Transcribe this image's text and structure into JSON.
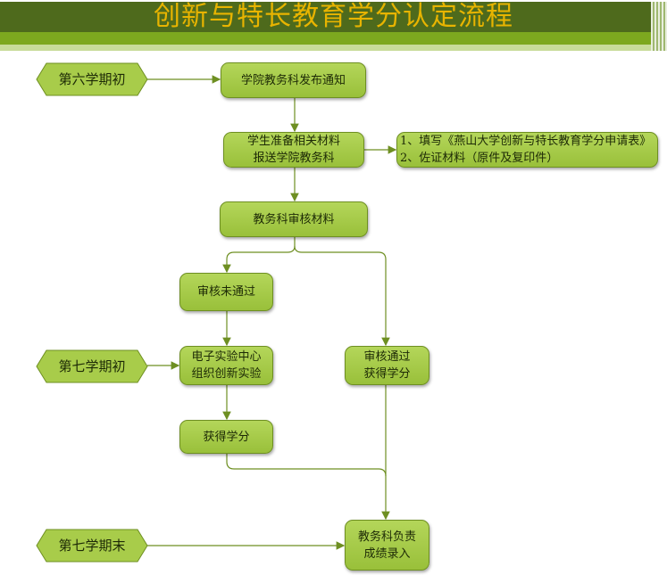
{
  "title": "创新与特长教育学分认定流程",
  "stages": {
    "s6_start": "第六学期初",
    "s7_start": "第七学期初",
    "s7_end": "第七学期末"
  },
  "steps": {
    "notice": "学院教务科发布通知",
    "prepare": [
      "学生准备相关材料",
      "报送学院教务科"
    ],
    "materials": [
      "1、填写《燕山大学创新与特长教育学分申请表》",
      "2、佐证材料（原件及复印件）"
    ],
    "review": "教务科审核材料",
    "failed": "审核未通过",
    "lab": [
      "电子实验中心",
      "组织创新实验"
    ],
    "passed": [
      "审核通过",
      "获得学分"
    ],
    "earn": "获得学分",
    "record": [
      "教务科负责",
      "成绩录入"
    ]
  },
  "colors": {
    "header": "#4e6a1c",
    "accent": "#7da81f",
    "box": "#a8cc4a",
    "title": "#e8b400",
    "line": "#6e8f22"
  }
}
